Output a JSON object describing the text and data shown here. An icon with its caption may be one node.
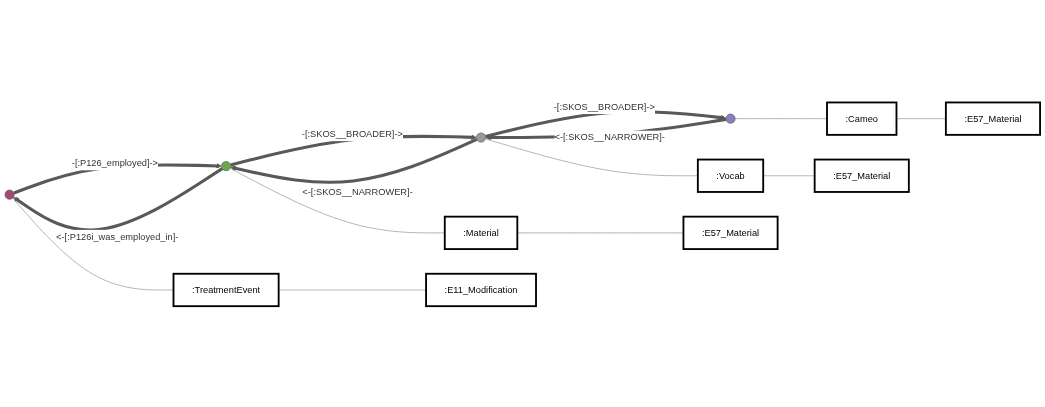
{
  "diagram": {
    "nodes": [
      {
        "text": [],
        "shape": "circle"
      },
      {
        "text": [],
        "shape": "circle"
      },
      {
        "text": [],
        "shape": "circle"
      },
      {
        "text": [],
        "shape": "circle"
      },
      {
        "text": [
          ":TreatmentEvent"
        ]
      },
      {
        "text": [
          ":Material"
        ]
      },
      {
        "text": [
          ":Vocab"
        ]
      },
      {
        "text": [
          ":Cameo"
        ]
      },
      {
        "text": [
          ":E11_Modification"
        ]
      },
      {
        "text": [
          ":E57_Material"
        ]
      },
      {
        "text": [
          ":E57_Material"
        ]
      },
      {
        "text": [
          ":E57_Material"
        ]
      }
    ],
    "edges": [
      {
        "from": 0,
        "to": 1,
        "arrow": "to",
        "label": "-[:P126_employed]->",
        "style": "thick",
        "color": "#595959"
      },
      {
        "from": 1,
        "to": 0,
        "arrow": "to",
        "label": "<-[:P126i_was_employed_in]-",
        "style": "thick",
        "color": "#595959"
      },
      {
        "from": 1,
        "to": 2,
        "arrow": "to",
        "label": "-[:SKOS__BROADER]->",
        "style": "thick",
        "color": "#595959"
      },
      {
        "from": 2,
        "to": 1,
        "arrow": "to",
        "label": "<-[:SKOS__NARROWER]-",
        "style": "thick",
        "color": "#595959"
      },
      {
        "from": 2,
        "to": 3,
        "arrow": "to",
        "label": "-[:SKOS__BROADER]->",
        "style": "thick",
        "color": "#595959"
      },
      {
        "from": 3,
        "to": 2,
        "arrow": "to",
        "label": "<-[:SKOS__NARROWER]-",
        "style": "thick",
        "color": "#595959"
      },
      {
        "from": 0,
        "to": 4,
        "arrow": "none"
      },
      {
        "from": 1,
        "to": 5,
        "arrow": "none"
      },
      {
        "from": 2,
        "to": 6,
        "arrow": "none"
      },
      {
        "from": 3,
        "to": 7,
        "arrow": "none"
      },
      {
        "from": 4,
        "to": 8,
        "arrow": "none"
      },
      {
        "from": 5,
        "to": 9,
        "arrow": "none"
      },
      {
        "from": 6,
        "to": 10,
        "arrow": "none"
      },
      {
        "from": 7,
        "to": 11,
        "arrow": "none"
      }
    ]
  }
}
